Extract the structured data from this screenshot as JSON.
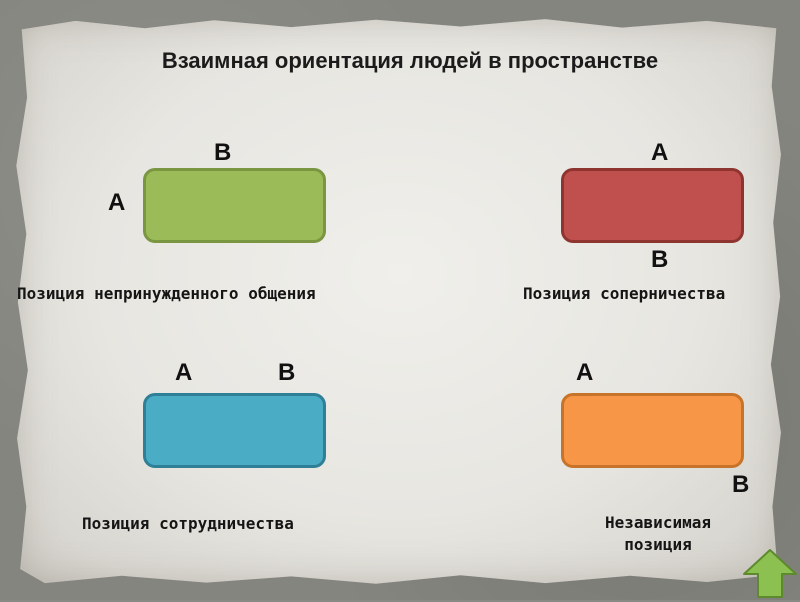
{
  "slide": {
    "title": "Взаимная ориентация людей в пространстве"
  },
  "positions": [
    {
      "caption": "Позиция непринужденного общения",
      "color": "#9bbb59",
      "labels": [
        "В",
        "А"
      ]
    },
    {
      "caption": "Позиция соперничества",
      "color": "#c0504d",
      "labels": [
        "А",
        "В"
      ]
    },
    {
      "caption": "Позиция сотрудничества",
      "color": "#4bacc6",
      "labels": [
        "А",
        "В"
      ]
    },
    {
      "caption_line1": "Независимая",
      "caption_line2": "позиция",
      "color": "#f79646",
      "labels": [
        "А",
        "В"
      ]
    }
  ],
  "nav": {
    "icon": "up-arrow-icon",
    "color": "#8cc152"
  }
}
